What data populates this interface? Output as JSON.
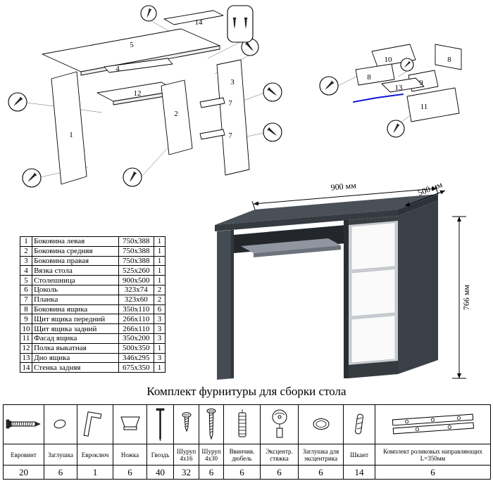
{
  "parts_table": {
    "rows": [
      {
        "num": "1",
        "name": "Боковина левая",
        "dims": "750x388",
        "qty": "1"
      },
      {
        "num": "2",
        "name": "Боковина средняя",
        "dims": "750x388",
        "qty": "1"
      },
      {
        "num": "3",
        "name": "Боковина правая",
        "dims": "750x388",
        "qty": "1"
      },
      {
        "num": "4",
        "name": "Вязка стола",
        "dims": "525x260",
        "qty": "1"
      },
      {
        "num": "5",
        "name": "Столешница",
        "dims": "900x500",
        "qty": "1"
      },
      {
        "num": "6",
        "name": "Цоколь",
        "dims": "323x74",
        "qty": "2"
      },
      {
        "num": "7",
        "name": "Планка",
        "dims": "323x60",
        "qty": "2"
      },
      {
        "num": "8",
        "name": "Боковина ящика",
        "dims": "350x110",
        "qty": "6"
      },
      {
        "num": "9",
        "name": "Щит ящика передний",
        "dims": "266x110",
        "qty": "3"
      },
      {
        "num": "10",
        "name": "Щит ящика задний",
        "dims": "266x110",
        "qty": "3"
      },
      {
        "num": "11",
        "name": "Фасад ящика",
        "dims": "350x200",
        "qty": "3"
      },
      {
        "num": "12",
        "name": "Полка выкатная",
        "dims": "500x350",
        "qty": "1"
      },
      {
        "num": "13",
        "name": "Дно ящика",
        "dims": "346x295",
        "qty": "3"
      },
      {
        "num": "14",
        "name": "Стенка задняя",
        "dims": "675x350",
        "qty": "1"
      }
    ]
  },
  "dimensions": {
    "width": "900 мм",
    "depth": "500 мм",
    "height": "766 мм"
  },
  "hardware": {
    "title": "Комплект фурнитуры для сборки стола",
    "items": [
      {
        "name": "Евровинт",
        "qty": "20",
        "icon": "confirmat-screw"
      },
      {
        "name": "Заглушка",
        "qty": "6",
        "icon": "cap"
      },
      {
        "name": "Евроключ",
        "qty": "1",
        "icon": "hex-key"
      },
      {
        "name": "Ножка",
        "qty": "6",
        "icon": "foot"
      },
      {
        "name": "Гвоздь",
        "qty": "40",
        "icon": "nail"
      },
      {
        "name": "Шуруп 4x16",
        "qty": "32",
        "icon": "screw-short"
      },
      {
        "name": "Шуруп 4x30",
        "qty": "6",
        "icon": "screw-long"
      },
      {
        "name": "Ввинчив. дюбель",
        "qty": "6",
        "icon": "threaded-dowel"
      },
      {
        "name": "Эксцентр. стяжка",
        "qty": "6",
        "icon": "cam-lock"
      },
      {
        "name": "Заглушка для эксцентрика",
        "qty": "6",
        "icon": "cam-cap"
      },
      {
        "name": "Шкант",
        "qty": "14",
        "icon": "wooden-dowel"
      },
      {
        "name": "Комплект роликовых направляющих L=350мм",
        "qty": "6",
        "icon": "drawer-slide"
      }
    ]
  },
  "diagram_main": {
    "labels": {
      "p14": "14",
      "p5": "5",
      "p4": "4",
      "p12": "12",
      "p2": "2",
      "p1": "1",
      "p3": "3",
      "p7a": "7",
      "p7b": "7"
    }
  },
  "diagram_drawer": {
    "labels": {
      "p10": "10",
      "p8a": "8",
      "p8b": "8",
      "p9": "9",
      "p13": "13",
      "p11": "11"
    }
  },
  "colors": {
    "desk_gray": "#4a5058",
    "drawer_white": "#fafafa",
    "guide_blue": "#1414dc"
  }
}
